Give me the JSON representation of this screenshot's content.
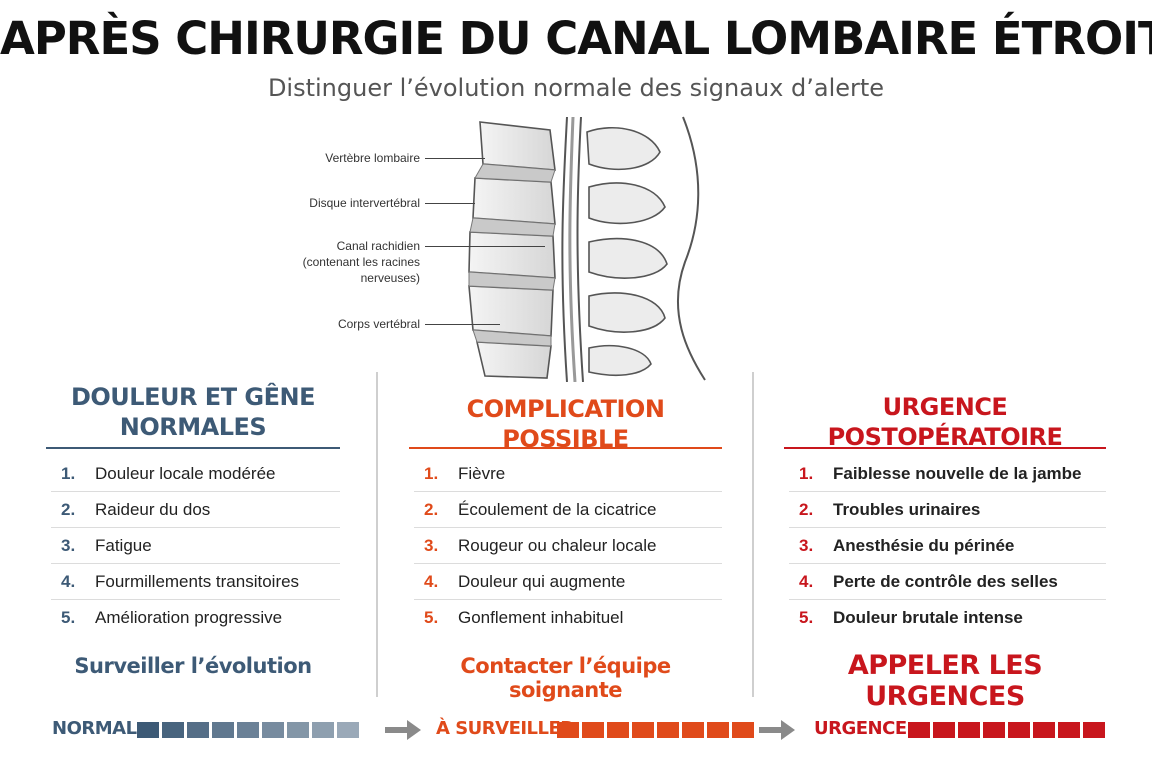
{
  "header": {
    "title": "APRÈS CHIRURGIE DU CANAL LOMBAIRE ÉTROIT",
    "subtitle": "Distinguer l’évolution normale des signaux d’alerte"
  },
  "illustration": {
    "labels": [
      {
        "text": "Vertèbre lombaire"
      },
      {
        "text": "Disque intervertébral"
      },
      {
        "text": "Canal rachidien\n(contenant les racines\nnerveuses)"
      },
      {
        "text": "Corps vertébral"
      }
    ]
  },
  "columns": [
    {
      "heading": "DOULEUR ET GÊNE\nNORMALES",
      "color": "#3d5a76",
      "items": [
        "Douleur locale modérée",
        "Raideur du dos",
        "Fatigue",
        "Fourmillements transitoires",
        "Amélioration progressive"
      ],
      "footer": "Surveiller l’évolution"
    },
    {
      "heading": "COMPLICATION POSSIBLE",
      "color": "#e04a1a",
      "items": [
        "Fièvre",
        "Écoulement de la cicatrice",
        "Rougeur ou chaleur locale",
        "Douleur qui augmente",
        "Gonflement inhabituel"
      ],
      "footer": "Contacter l’équipe soignante"
    },
    {
      "heading": "URGENCE POSTOPÉRATOIRE",
      "color": "#c8161d",
      "items": [
        "Faiblesse nouvelle de la jambe",
        "Troubles urinaires",
        "Anesthésie du périnée",
        "Perte de contrôle des selles",
        "Douleur brutale intense"
      ],
      "footer": "APPELER LES URGENCES"
    }
  ],
  "scale": {
    "normal_label": "NORMAL",
    "watch_label": "À SURVEILLER",
    "urgent_label": "URGENCE",
    "normal_color": "#3d5a76",
    "watch_color": "#e04a1a",
    "urgent_color": "#c8161d",
    "arrow_color": "#8a8a8a"
  }
}
